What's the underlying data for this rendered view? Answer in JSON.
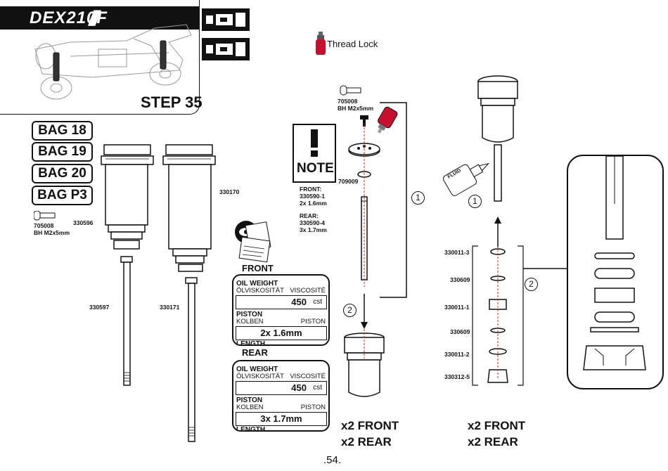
{
  "header": {
    "model": "DEX210F",
    "step": "STEP 35"
  },
  "bags": [
    "BAG 18",
    "BAG 19",
    "BAG 20",
    "BAG P3"
  ],
  "legend": {
    "thread_lock": "Thread Lock"
  },
  "parts": {
    "screw_left": {
      "code": "705008",
      "desc": "BH M2x5mm"
    },
    "screw_mid": {
      "code": "705008",
      "desc": "BH M2x5mm"
    },
    "p330596": "330596",
    "p330170": "330170",
    "p330597": "330597",
    "p330171": "330171",
    "p709009": "709009",
    "p330011_3": "330011-3",
    "p330609_a": "330609",
    "p330011_1": "330011-1",
    "p330609_b": "330609",
    "p330011_2": "330011-2",
    "p330312_5": "330312-5"
  },
  "note": {
    "title": "NOTE",
    "front_label": "FRONT:",
    "front_part": "330590-1",
    "front_spec": "2x 1.6mm",
    "rear_label": "REAR:",
    "rear_part": "330590-4",
    "rear_spec": "3x 1.7mm"
  },
  "setup": {
    "front_heading": "FRONT",
    "rear_heading": "REAR",
    "oil_weight": "OIL WEIGHT",
    "olviskositat": "ÖLVISKOSITÄT",
    "viscosite": "VISCOSITÉ",
    "piston": "PISTON",
    "kolben": "KOLBEN",
    "piston_fr": "PISTON",
    "length_cut": "LENGTH",
    "front_oil": "450",
    "rear_oil": "450",
    "unit": "cst",
    "front_piston": "2x 1.6mm",
    "rear_piston": "3x 1.7mm"
  },
  "qty": {
    "a_front": "x2 FRONT",
    "a_rear": "x2 REAR",
    "b_front": "x2 FRONT",
    "b_rear": "x2 REAR"
  },
  "callouts": {
    "one_a": "1",
    "one_b": "1",
    "two_a": "2",
    "two_b": "2"
  },
  "bottle_label": "FLUID",
  "page_number": ".54.",
  "colors": {
    "thread_lock_red": "#c8102e",
    "guide_red": "#d42020"
  }
}
